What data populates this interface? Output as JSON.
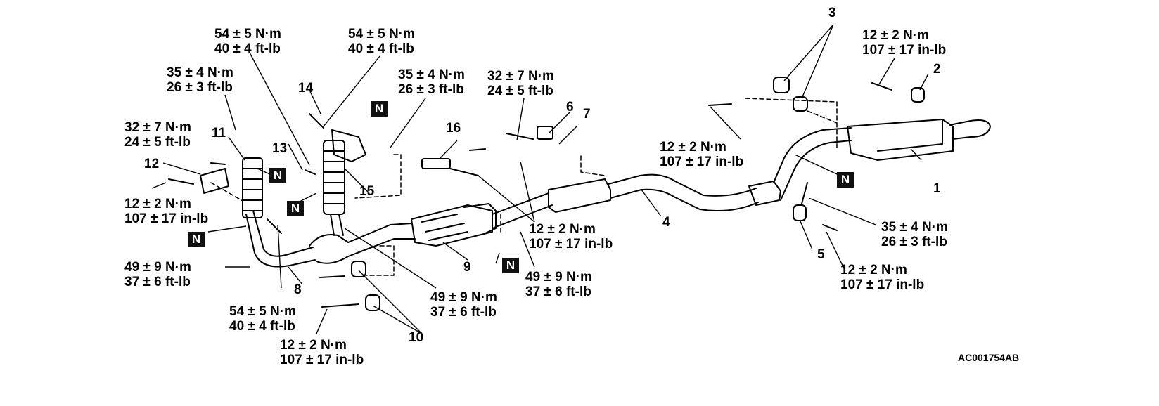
{
  "diagram": {
    "code": "AC001754AB",
    "new_part_mark": "N",
    "torques": {
      "t1": {
        "nm": "54 ± 5 N·m",
        "ft": "40 ± 4 ft-lb"
      },
      "t2": {
        "nm": "54 ± 5 N·m",
        "ft": "40 ± 4 ft-lb"
      },
      "t3": {
        "nm": "35 ± 4 N·m",
        "ft": "26 ± 3 ft-lb"
      },
      "t4": {
        "nm": "35 ± 4 N·m",
        "ft": "26 ± 3 ft-lb"
      },
      "t5": {
        "nm": "32 ± 7 N·m",
        "ft": "24 ± 5 ft-lb"
      },
      "t6": {
        "nm": "32 ± 7 N·m",
        "ft": "24 ± 5 ft-lb"
      },
      "t7": {
        "nm": "12 ± 2 N·m",
        "ft": "107 ± 17 in-lb"
      },
      "t8": {
        "nm": "12 ± 2 N·m",
        "ft": "107 ± 17 in-lb"
      },
      "t9": {
        "nm": "12 ± 2 N·m",
        "ft": "107 ± 17 in-lb"
      },
      "t10": {
        "nm": "12 ± 2 N·m",
        "ft": "107 ± 17 in-lb"
      },
      "t11": {
        "nm": "35 ± 4 N·m",
        "ft": "26 ± 3 ft-lb"
      },
      "t12": {
        "nm": "12 ± 2 N·m",
        "ft": "107 ± 17 in-lb"
      },
      "t13": {
        "nm": "49 ± 9 N·m",
        "ft": "37 ± 6 ft-lb"
      },
      "t14": {
        "nm": "49 ± 9 N·m",
        "ft": "37 ± 6 ft-lb"
      },
      "t15": {
        "nm": "49 ± 9 N·m",
        "ft": "37 ± 6 ft-lb"
      },
      "t16": {
        "nm": "54 ± 5 N·m",
        "ft": "40 ± 4 ft-lb"
      },
      "t17": {
        "nm": "12 ± 2 N·m",
        "ft": "107 ± 17 in-lb"
      }
    },
    "callouts": {
      "c1": "1",
      "c2": "2",
      "c3": "3",
      "c4": "4",
      "c5": "5",
      "c6": "6",
      "c7": "7",
      "c8": "8",
      "c9": "9",
      "c10": "10",
      "c11": "11",
      "c12": "12",
      "c13": "13",
      "c14": "14",
      "c15": "15",
      "c16": "16"
    }
  }
}
